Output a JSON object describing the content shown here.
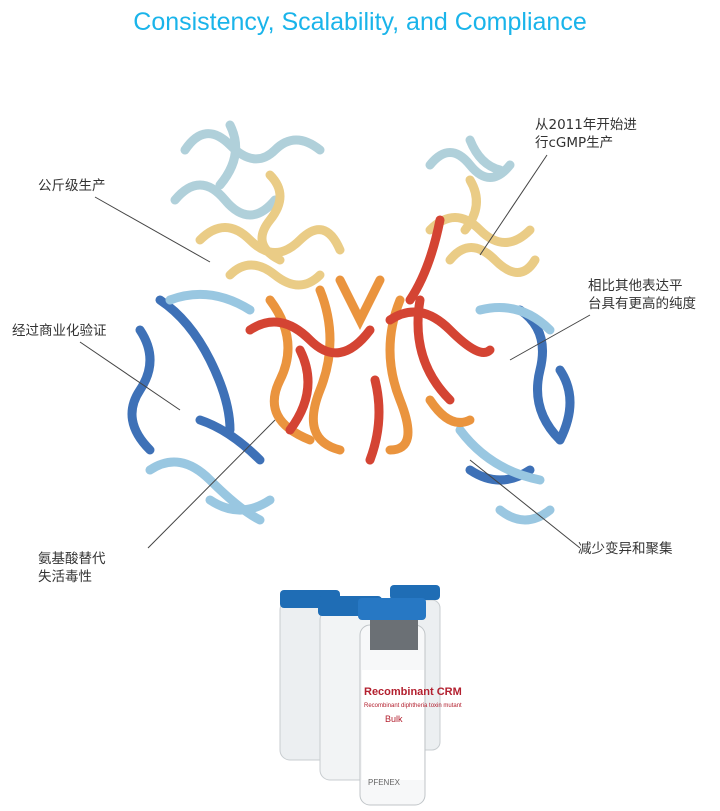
{
  "title": "Consistency, Scalability, and Compliance",
  "labels": {
    "kg_scale": "公斤级生产",
    "commercial": "经过商业化验证",
    "amino_line1": "氨基酸替代",
    "amino_line2": "失活毒性",
    "cgmp_line1": "从2011年开始进",
    "cgmp_line2": "行cGMP生产",
    "purity_line1": "相比其他表达平",
    "purity_line2": "台具有更高的纯度",
    "variation": "减少变异和聚集"
  },
  "vial": {
    "product": "Recombinant CRM",
    "subtitle": "Recombinant diphtheria toxin mutant",
    "grade": "Bulk",
    "brand": "PFENEX"
  },
  "colors": {
    "title": "#1ab4ea",
    "blue": "#2a62b0",
    "red": "#d0301e",
    "orange": "#e8892a",
    "yellow": "#ecd28a"
  }
}
